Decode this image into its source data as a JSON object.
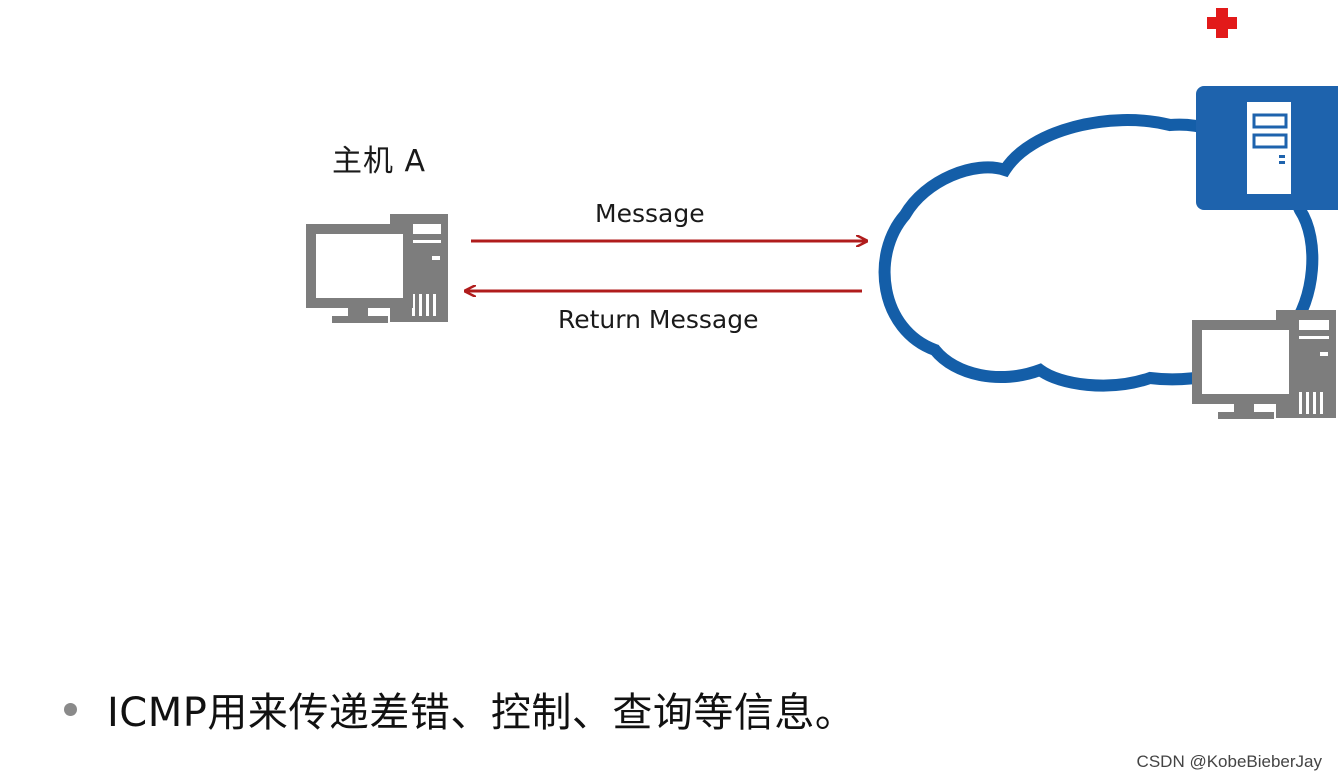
{
  "diagram": {
    "host_a_label": "主机 A",
    "message_label": "Message",
    "return_label": "Return Message",
    "colors": {
      "arrow": "#b01c1c",
      "cloud_stroke": "#145ea8",
      "server_fill": "#1e63ad",
      "computer": "#7d7d7d",
      "red_cross": "#e21a1a"
    }
  },
  "bullet": {
    "text": "ICMP用来传递差错、控制、查询等信息。"
  },
  "watermark": {
    "text": "CSDN @KobeBieberJay"
  }
}
